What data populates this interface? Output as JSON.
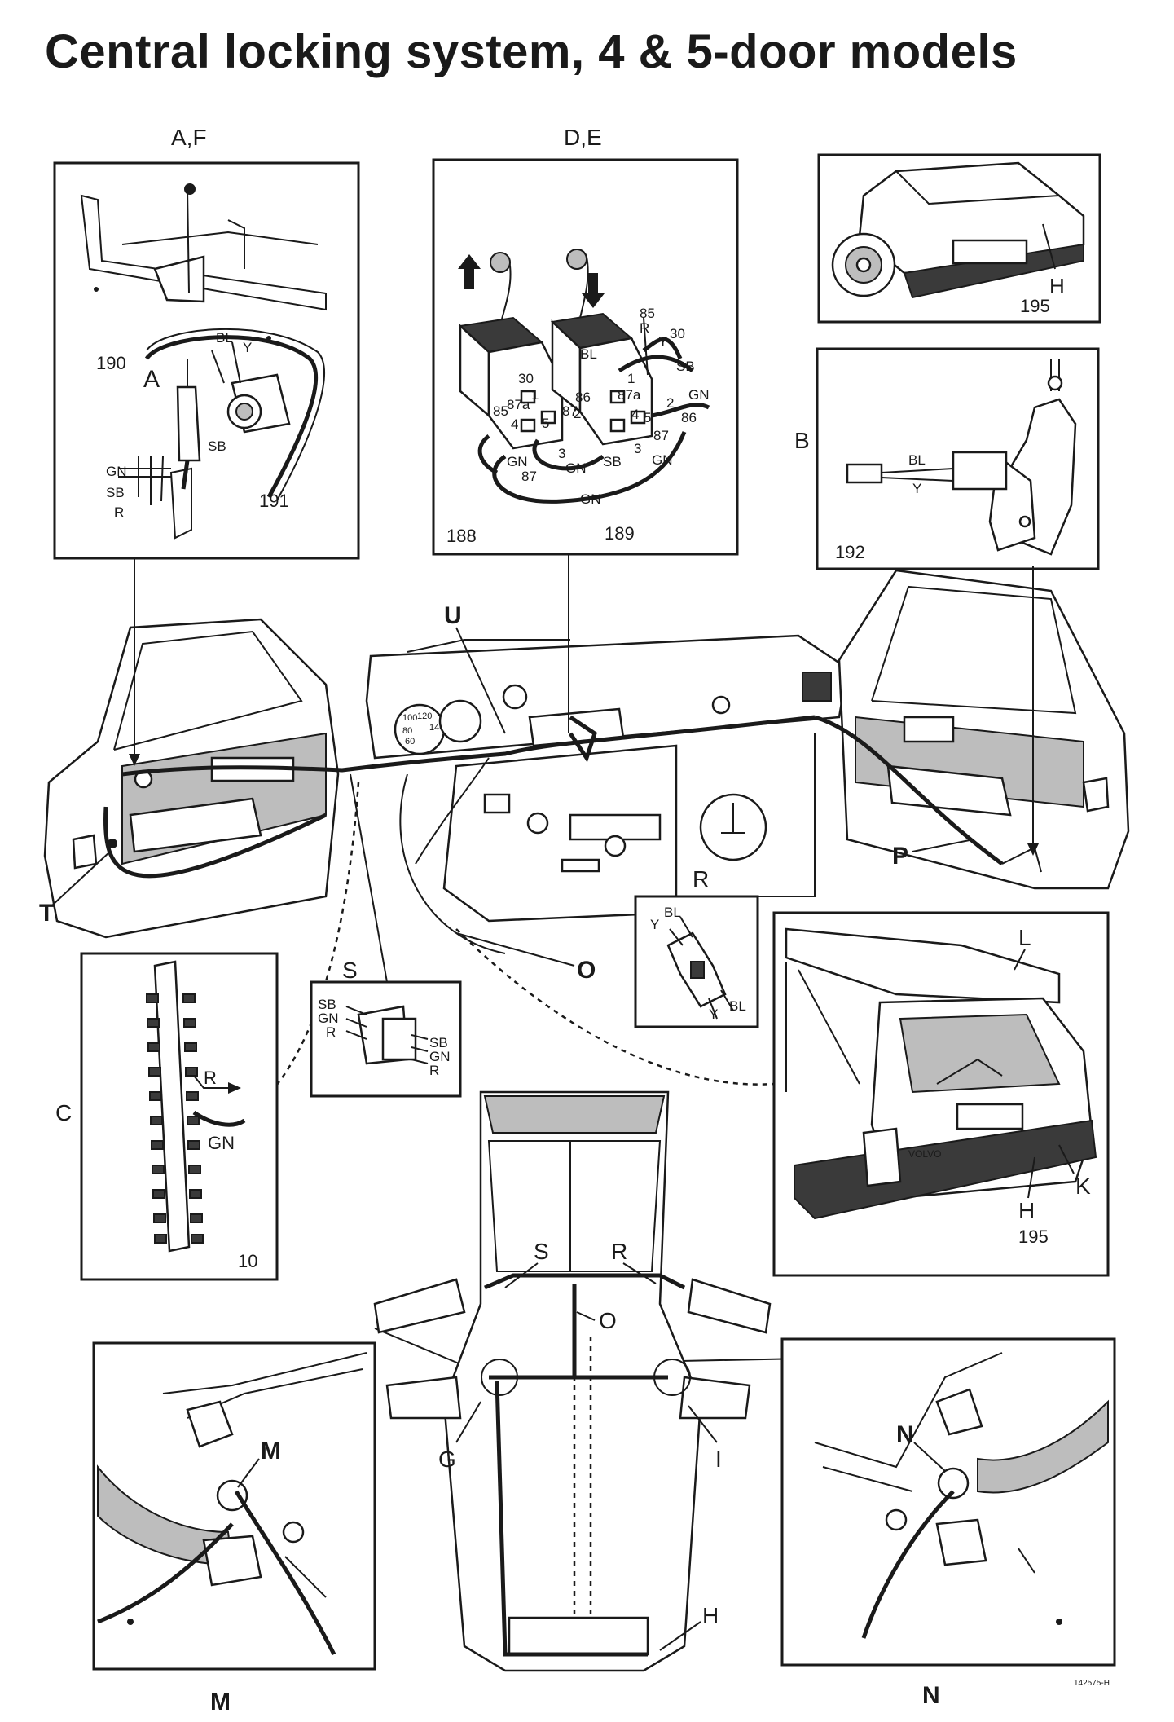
{
  "title": "Central locking system, 4 & 5-door models",
  "panels": {
    "af": {
      "caption": "A,F",
      "callout": "A",
      "n190": "190",
      "n191": "191",
      "wires": [
        "BL",
        "Y",
        "GN",
        "SB",
        "R",
        "SB"
      ]
    },
    "de": {
      "caption": "D,E",
      "n188": "188",
      "n189": "189",
      "wires": [
        "85",
        "R",
        "Y",
        "30",
        "SB",
        "BL",
        "GN",
        "30",
        "1",
        "87a",
        "86",
        "87",
        "2",
        "4",
        "85",
        "GN",
        "87",
        "3",
        "GN",
        "SB",
        "3",
        "5",
        "4",
        "87a",
        "1",
        "2",
        "5",
        "86",
        "87",
        "GN",
        "GN"
      ]
    },
    "h_top": {
      "letter": "H",
      "num": "195"
    },
    "b": {
      "caption": "B",
      "num": "192",
      "wires": [
        "BL",
        "Y"
      ]
    },
    "r": {
      "caption": "R",
      "wires": [
        "Y",
        "BL",
        "Y",
        "BL"
      ]
    },
    "s": {
      "caption": "S",
      "wires_left": [
        "SB",
        "GN",
        "R"
      ],
      "wires_right": [
        "SB",
        "GN",
        "R"
      ]
    },
    "c": {
      "caption": "C",
      "num": "10",
      "wires": [
        "R",
        "GN"
      ]
    },
    "tailgate": {
      "l": "L",
      "k": "K",
      "h": "H",
      "num": "195",
      "badge": "VOLVO"
    },
    "m": {
      "caption": "M",
      "callout": "M"
    },
    "n": {
      "caption": "N",
      "callout": "N"
    }
  },
  "callouts": {
    "u": "U",
    "t": "T",
    "p": "P",
    "o": "O",
    "car_s": "S",
    "car_r": "R",
    "car_o": "O",
    "car_g": "G",
    "car_i": "I",
    "car_h": "H"
  },
  "ref": "142575-H",
  "gauge_ticks": [
    "100",
    "120",
    "140",
    "80",
    "60"
  ]
}
